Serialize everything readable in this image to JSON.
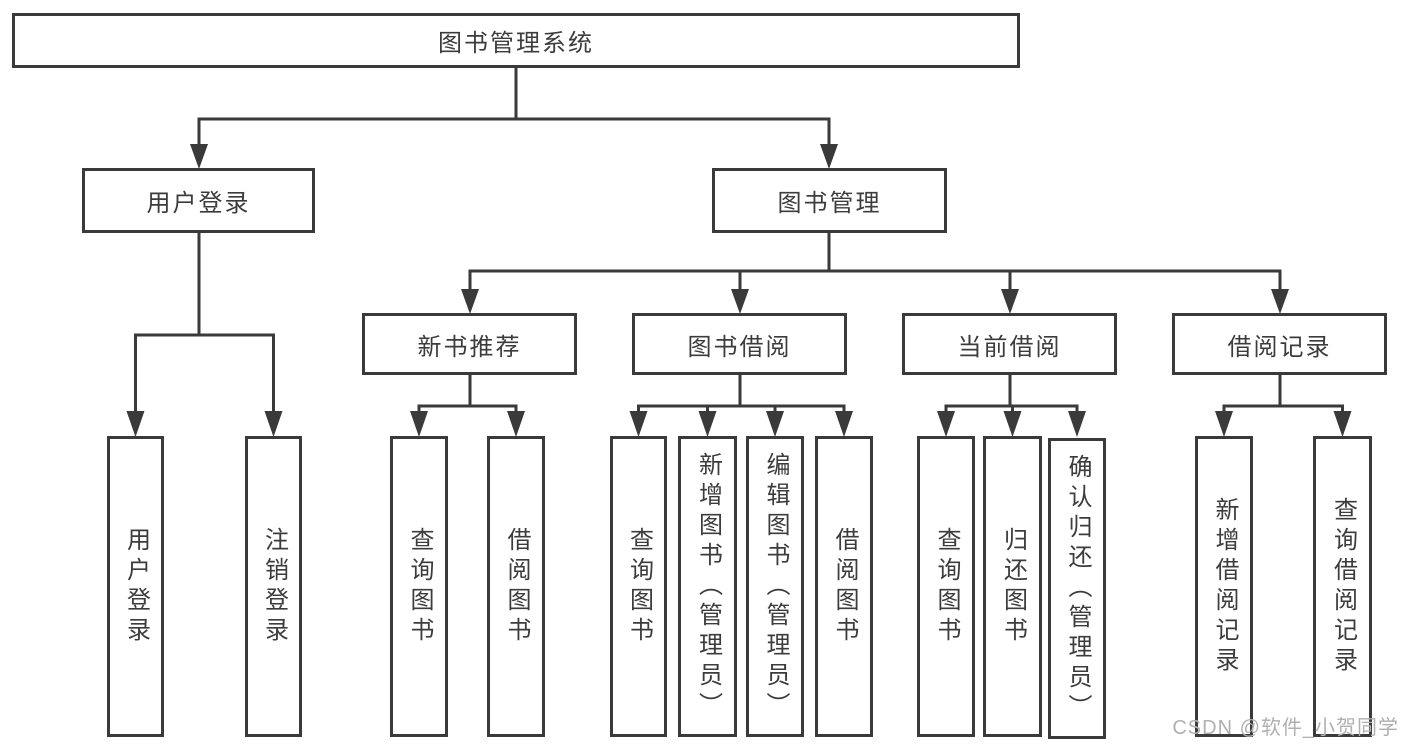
{
  "tree": {
    "root": {
      "label": "图书管理系统"
    },
    "branches": [
      {
        "label": "用户登录",
        "leaves": [
          {
            "label": "用户登录"
          },
          {
            "label": "注销登录"
          }
        ]
      },
      {
        "label": "图书管理",
        "sections": [
          {
            "label": "新书推荐",
            "leaves": [
              {
                "label": "查询图书"
              },
              {
                "label": "借阅图书"
              }
            ]
          },
          {
            "label": "图书借阅",
            "leaves": [
              {
                "label": "查询图书"
              },
              {
                "label": "新增图书（管理员）"
              },
              {
                "label": "编辑图书（管理员）"
              },
              {
                "label": "借阅图书"
              }
            ]
          },
          {
            "label": "当前借阅",
            "leaves": [
              {
                "label": "查询图书"
              },
              {
                "label": "归还图书"
              },
              {
                "label": "确认归还（管理员）"
              }
            ]
          },
          {
            "label": "借阅记录",
            "leaves": [
              {
                "label": "新增借阅记录"
              },
              {
                "label": "查询借阅记录"
              }
            ]
          }
        ]
      }
    ]
  },
  "watermark": {
    "text": "CSDN @软件_小贺同学"
  },
  "colors": {
    "line": "#3a3a3a",
    "text": "#3c3c3c",
    "watermark": "#b0b0b0",
    "background": "#ffffff"
  }
}
